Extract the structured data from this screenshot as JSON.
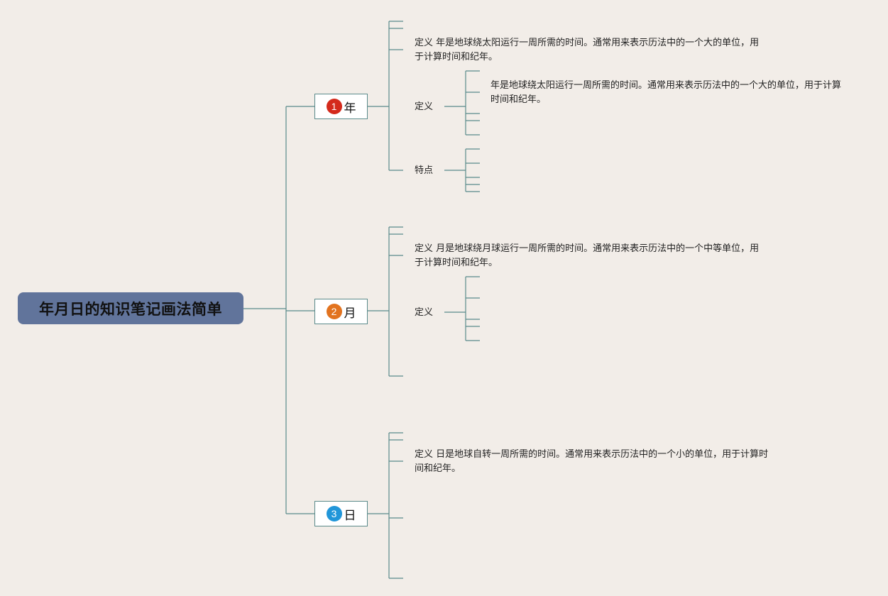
{
  "root": {
    "title": "年月日的知识笔记画法简单"
  },
  "colors": {
    "background": "#f2ede8",
    "root_fill": "#61749b",
    "connector": "#5a8a8a",
    "badge_year": "#d42a1c",
    "badge_month": "#e2731f",
    "badge_day": "#2196d9"
  },
  "branches": [
    {
      "number": "1",
      "label": "年",
      "description": "定义 年是地球绕太阳运行一周所需的时间。通常用来表示历法中的一个大的单位，用于计算时间和纪年。",
      "children": [
        {
          "label": "定义",
          "detail": "年是地球绕太阳运行一周所需的时间。通常用来表示历法中的一个大的单位，用于计算时间和纪年。"
        },
        {
          "label": "特点"
        }
      ]
    },
    {
      "number": "2",
      "label": "月",
      "description": "定义 月是地球绕月球运行一周所需的时间。通常用来表示历法中的一个中等单位，用于计算时间和纪年。",
      "children": [
        {
          "label": "定义"
        }
      ]
    },
    {
      "number": "3",
      "label": "日",
      "description": "定义 日是地球自转一周所需的时间。通常用来表示历法中的一个小的单位，用于计算时间和纪年。",
      "children": []
    }
  ]
}
